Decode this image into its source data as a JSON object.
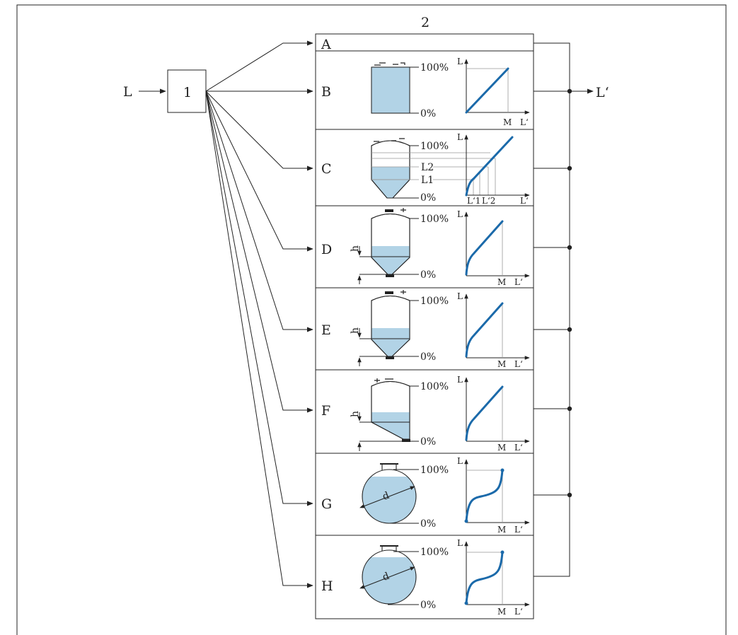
{
  "diagram": {
    "input_label": "L",
    "block_label": "1",
    "output_label": "L‘",
    "group_label": "2",
    "pct_top": "100%",
    "pct_bottom": "0%",
    "axis_y": "L",
    "axis_x": "L‘",
    "axis_m": "M",
    "height_label": "h",
    "diameter_label": "d",
    "c_l1": "L1",
    "c_l2": "L2",
    "c_lp1": "L‘1",
    "c_lp2": "L‘2",
    "options": [
      {
        "id": "A",
        "label": "A"
      },
      {
        "id": "B",
        "label": "B"
      },
      {
        "id": "C",
        "label": "C"
      },
      {
        "id": "D",
        "label": "D"
      },
      {
        "id": "E",
        "label": "E"
      },
      {
        "id": "F",
        "label": "F"
      },
      {
        "id": "G",
        "label": "G"
      },
      {
        "id": "H",
        "label": "H"
      }
    ]
  }
}
